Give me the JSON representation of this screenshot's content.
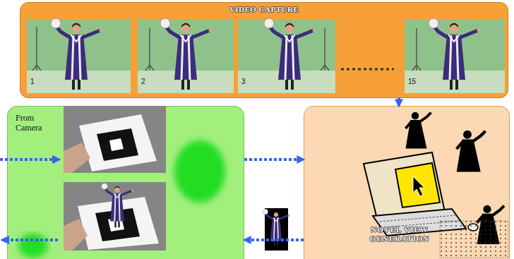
{
  "diagram": {
    "nodes": [
      {
        "text": [
          "VIDEO CAPTURE"
        ]
      },
      {
        "text": [
          "1"
        ],
        "in": 0
      },
      {
        "text": [
          "2"
        ],
        "in": 0
      },
      {
        "text": [
          "3"
        ],
        "in": 0
      },
      {
        "text": [
          "15"
        ],
        "in": 0
      },
      {
        "text": [
          "From Camera"
        ]
      },
      {
        "text": [
          "NOVEL VIEW GENERATION"
        ]
      }
    ],
    "edges": [
      {
        "from": 0,
        "to": 6,
        "arrow": "to"
      },
      {
        "from": 5,
        "to": 6,
        "arrow": "to"
      },
      {
        "from": 6,
        "to": 5,
        "arrow": "to"
      }
    ]
  }
}
